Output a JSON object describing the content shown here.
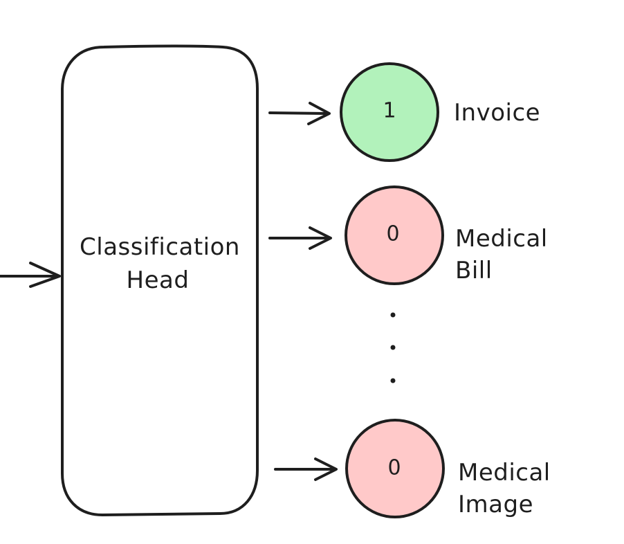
{
  "head": {
    "line1": "Classification",
    "line2": "Head"
  },
  "outputs": [
    {
      "value": "1",
      "label_line1": "Invoice",
      "label_line2": "",
      "fill": "#b2f2bb"
    },
    {
      "value": "0",
      "label_line1": "Medical",
      "label_line2": "Bill",
      "fill": "#ffc9c9"
    },
    {
      "value": "0",
      "label_line1": "Medical",
      "label_line2": "Image",
      "fill": "#ffc9c9"
    }
  ],
  "colors": {
    "stroke": "#1e1e1e",
    "positive": "#b2f2bb",
    "negative": "#ffc9c9"
  }
}
